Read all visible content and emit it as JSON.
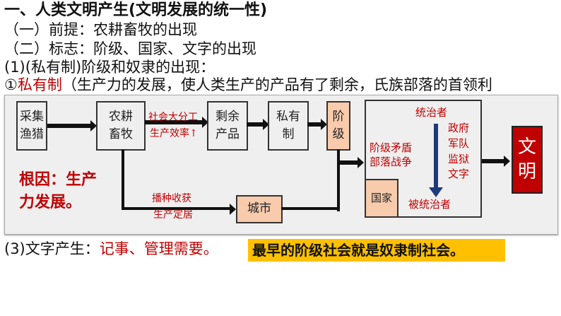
{
  "lines": {
    "l1": "一、人类文明产生(文明发展的统一性)",
    "l2": "（一）前提：农耕畜牧的出现",
    "l3": "（二）标志：阶级、国家、文字的出现",
    "l4": "(1)(私有制)阶级和奴隶的出现：",
    "l5_num": "①",
    "l5_red": "私有制",
    "l5_rest": "（生产力的发展，使人类生产的产品有了剩余，氏族部落的首领利",
    "l6_black": "(3)文字产生：",
    "l6_red": "记事、管理需要。",
    "highlight": "最早的阶级社会就是奴隶制社会。"
  },
  "diagram": {
    "b1": "采集\n渔猎",
    "b2": "农耕\n畜牧",
    "b3": "剩余\n产品",
    "b4": "私有\n制",
    "b5": "阶\n级",
    "city": "城市",
    "state": "国家",
    "civ": "文\n明",
    "lbl_top1": "社会大分工",
    "lbl_top2": "生产效率↑",
    "lbl_bot1": "播种收获",
    "lbl_bot2": "生产定居",
    "rulers": "统治者",
    "ruled": "被统治者",
    "conflict1": "阶级矛盾",
    "conflict2": "部落战争",
    "tools": "政府\n军队\n监狱\n文字",
    "root": "根因：生产\n力发展。"
  },
  "colors": {
    "red": "#c00000",
    "peach": "#f8cbad",
    "yellow": "#ffc000",
    "navy": "#1f3a7a"
  }
}
